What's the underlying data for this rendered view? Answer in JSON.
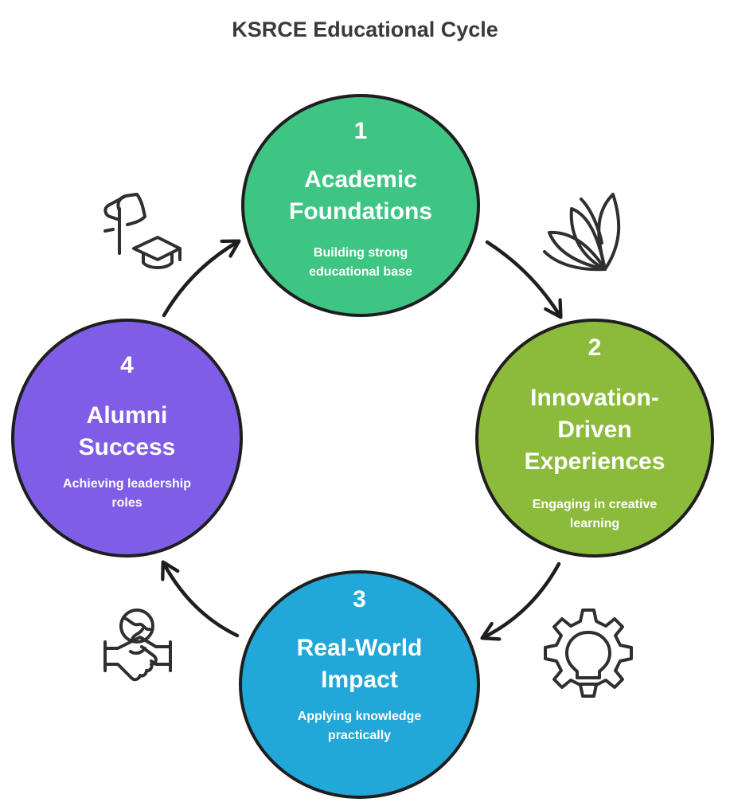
{
  "title": "KSRCE Educational Cycle",
  "steps": [
    {
      "number": "1",
      "heading_lines": [
        "Academic",
        "Foundations"
      ],
      "description_lines": [
        "Building strong",
        "educational base"
      ],
      "color": "#3ec584",
      "icon": "open-book-icon"
    },
    {
      "number": "2",
      "heading_lines": [
        "Innovation-",
        "Driven",
        "Experiences"
      ],
      "description_lines": [
        "Engaging in creative",
        "learning"
      ],
      "color": "#8cbb3b",
      "icon": "lightbulb-gear-icon"
    },
    {
      "number": "3",
      "heading_lines": [
        "Real-World",
        "Impact"
      ],
      "description_lines": [
        "Applying knowledge",
        "practically"
      ],
      "color": "#21a7d8",
      "icon": "globe-handshake-icon"
    },
    {
      "number": "4",
      "heading_lines": [
        "Alumni",
        "Success"
      ],
      "description_lines": [
        "Achieving leadership",
        "roles"
      ],
      "color": "#7f5de6",
      "icon": "flag-graduation-cap-icon"
    }
  ]
}
